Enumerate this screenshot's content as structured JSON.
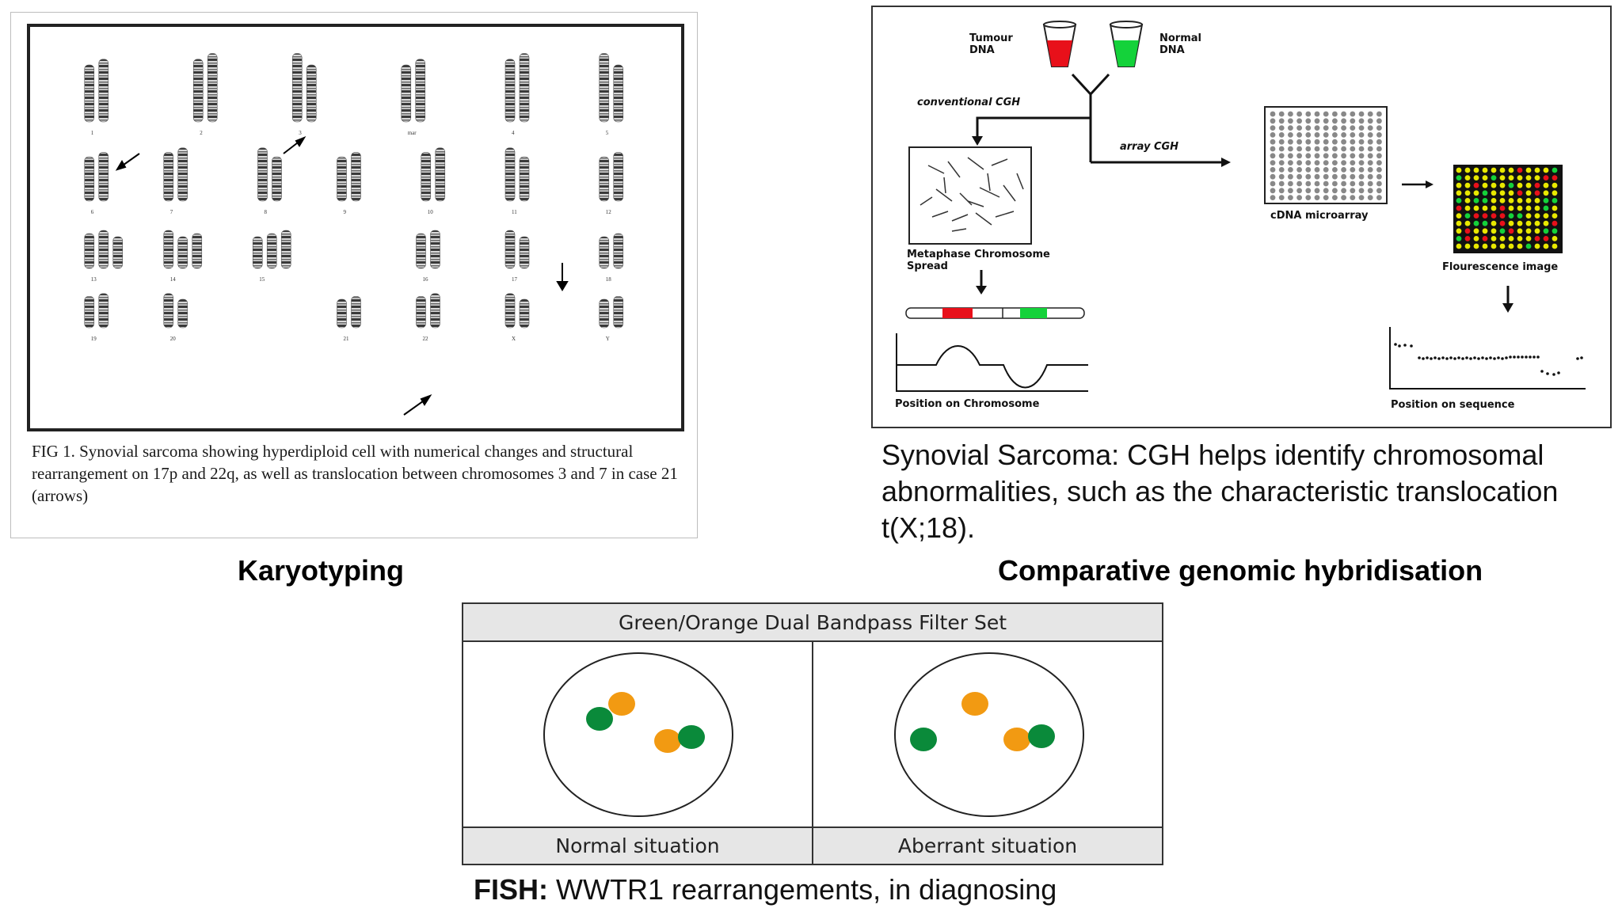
{
  "karyotyping": {
    "title": "Karyotyping",
    "chromosome_labels": [
      "1",
      "2",
      "3",
      "mar",
      "4",
      "5",
      "6",
      "7",
      "8",
      "9",
      "10",
      "11",
      "12",
      "13",
      "14",
      "15",
      "16",
      "17",
      "18",
      "19",
      "20",
      "21",
      "22",
      "X",
      "Y"
    ],
    "caption_fig": "FIG 1.",
    "caption_text": "Synovial sarcoma showing hyperdiploid cell with numerical changes and structural rearrangement on 17p and 22q, as well as translocation between chromosomes 3 and 7 in case 21 (arrows)"
  },
  "cgh": {
    "title": "Comparative genomic hybridisation",
    "tumour_dna": "Tumour DNA",
    "normal_dna": "Normal DNA",
    "conventional_cgh": "conventional CGH",
    "array_cgh": "array CGH",
    "metaphase_label": "Metaphase Chromosome Spread",
    "cdna_label": "cDNA microarray",
    "fluorescence_label": "Flourescence image",
    "position_chromosome": "Position on Chromosome",
    "position_sequence": "Position on sequence",
    "caption": "Synovial Sarcoma: CGH helps identify chromosomal abnormalities, such as the characteristic translocation t(X;18).",
    "colors": {
      "red": "#e8101a",
      "green": "#14d23a",
      "yellow": "#e8e800"
    }
  },
  "fish": {
    "header": "Green/Orange Dual Bandpass Filter Set",
    "normal_label": "Normal situation",
    "aberrant_label": "Aberrant situation",
    "caption_bold": "FISH:",
    "caption_text": " WWTR1 rearrangements, in diagnosing",
    "colors": {
      "green": "#0a8a3a",
      "orange": "#f29a12"
    }
  }
}
